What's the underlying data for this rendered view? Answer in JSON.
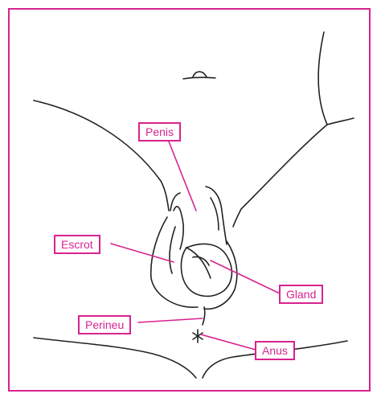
{
  "colors": {
    "accent": "#d8238f",
    "line": "#222222",
    "background": "#ffffff"
  },
  "labels": {
    "penis": "Penis",
    "escrot": "Escrot",
    "gland": "Gland",
    "perineu": "Perineu",
    "anus": "Anus"
  }
}
